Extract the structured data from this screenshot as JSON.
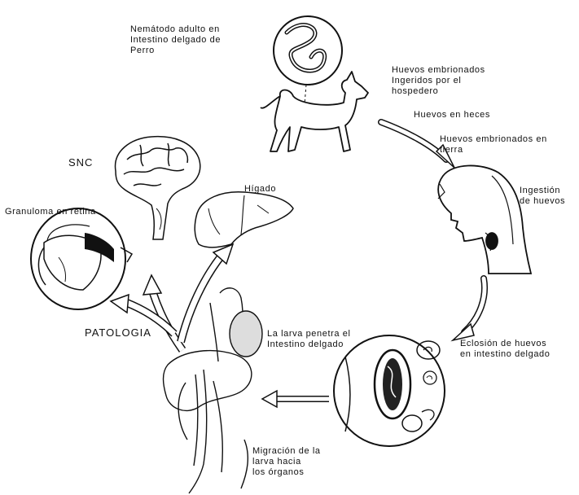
{
  "labels": {
    "adult_nematode": "Nemátodo adulto en\nIntestino delgado de\nPerro",
    "eggs_ingested": "Huevos embrionados\nIngeridos por el\nhospedero",
    "eggs_feces": "Huevos en heces",
    "eggs_soil": "Huevos embrionados en\ntierra",
    "egg_ingestion": "Ingestión\nde huevos",
    "hatching": "Eclosión de huevos\nen intestino delgado",
    "larva_penetrates": "La larva penetra el\nIntestino delgado",
    "migration": "Migración de la\nlarva hacia\nlos órganos",
    "pathology": "PATOLOGIA",
    "cns": "SNC",
    "liver": "Hígado",
    "retina": "Granuloma en retina"
  },
  "icons": [
    "dog-icon",
    "nematode-icon",
    "human-head-icon",
    "brain-icon",
    "liver-icon",
    "eye-icon",
    "intestine-icon",
    "viscera-icon"
  ]
}
